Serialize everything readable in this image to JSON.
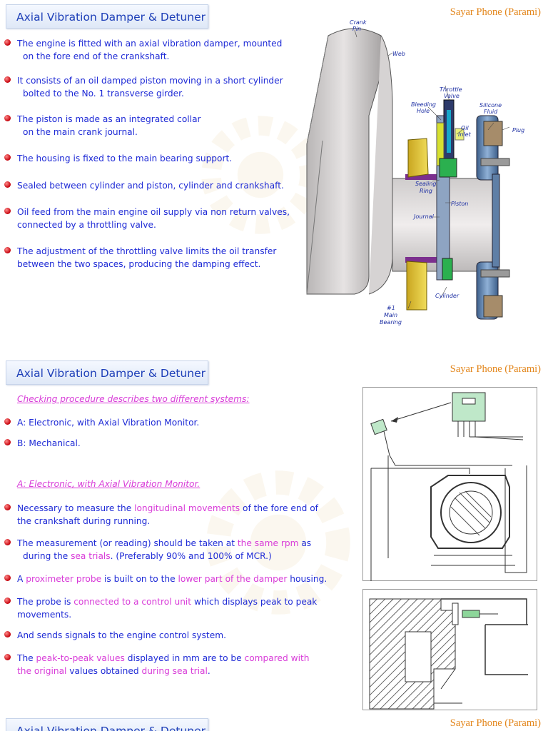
{
  "slide1": {
    "title": "Axial Vibration Damper & Detuner",
    "author": "Sayar Phone (Parami)",
    "bullets": [
      {
        "l1": "The engine is fitted with an axial vibration damper, mounted",
        "l2": "on the fore end of the crankshaft."
      },
      {
        "l1": "It consists of an oil damped piston moving in a short cylinder",
        "l2": "bolted to the No. 1 transverse girder."
      },
      {
        "l1": "The piston is made as an integrated collar",
        "l2": "on the main crank journal."
      },
      {
        "l1": "The housing is fixed to the main bearing support.",
        "l2": ""
      },
      {
        "l1": "Sealed between cylinder and piston, cylinder and crankshaft.",
        "l2": ""
      },
      {
        "l1": "Oil feed from the main engine oil supply via non return valves,",
        "l2": "connected by a throttling valve."
      },
      {
        "l1": "The adjustment of the throttling valve limits the oil transfer",
        "l2": "between the two spaces, producing the damping effect."
      }
    ],
    "diagram_labels": {
      "crank_pin": [
        "Crank",
        "Pin"
      ],
      "web": "Web",
      "throttle_valve": [
        "Throttle",
        "Valve"
      ],
      "bleeding_hole": [
        "Bleeding",
        "Hole"
      ],
      "silicone_fluid": [
        "Silicone",
        "Fluid"
      ],
      "oil_inlet": [
        "Oil",
        "Inlet"
      ],
      "plug": "Plug",
      "sealing_ring": [
        "Sealing",
        "Ring"
      ],
      "piston": "Piston",
      "journal": "Journal",
      "cylinder": "Cylinder",
      "main_bearing": [
        "#1",
        "Main",
        "Bearing"
      ]
    }
  },
  "slide2": {
    "title": "Axial Vibration Damper & Detuner",
    "author": "Sayar Phone (Parami)",
    "intro": "Checking procedure describes two different systems:",
    "systems": [
      "A: Electronic, with Axial Vibration Monitor.",
      "B: Mechanical."
    ],
    "section_heading": "A: Electronic, with Axial Vibration Monitor.",
    "b1": {
      "a": "Necessary to measure the ",
      "b": "longitudinal movements",
      "c": " of the fore end of",
      "d": "the crankshaft during running."
    },
    "b2": {
      "a": "The measurement (or reading) should be taken at ",
      "b": "the same rpm",
      "c": " as",
      "d": "during the ",
      "e": "sea trials",
      "f": ". (Preferably 90% and 100% of MCR.)"
    },
    "b3": {
      "a": "A ",
      "b": "proximeter probe",
      "c": " is built on to the ",
      "d": "lower part of the damper",
      "e": " housing."
    },
    "b4": {
      "a": "The probe is ",
      "b": "connected to a control unit",
      "c": " which displays peak to peak",
      "d": "movements."
    },
    "b5": {
      "a": "And sends signals to the engine control system."
    },
    "b6": {
      "a": "The ",
      "b": "peak-to-peak values",
      "c": " displayed in mm are to be ",
      "d": "compared with",
      "e": "the original",
      "f": " values obtained ",
      "g": "during sea trial",
      "h": "."
    }
  },
  "slide3": {
    "title": "Axial Vibration Damper & Detuner",
    "author": "Sayar Phone (Parami)"
  },
  "colors": {
    "title_text": "#1e3fb8",
    "body_text": "#1f2bd6",
    "highlight": "#d83bd8",
    "author": "#e3861b",
    "bullet": "#c4000a"
  }
}
